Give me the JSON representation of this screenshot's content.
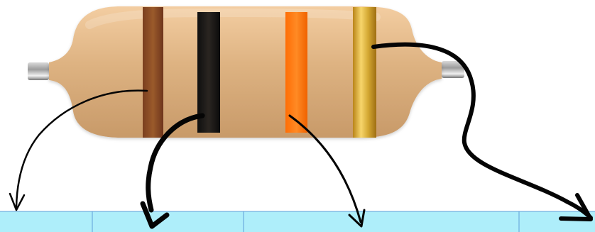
{
  "diagram": {
    "subject": "resistor-color-code",
    "bands": [
      {
        "name": "first-digit",
        "color": "brown",
        "hex": "#8b4a25"
      },
      {
        "name": "second-digit",
        "color": "black",
        "hex": "#1d1b19"
      },
      {
        "name": "multiplier",
        "color": "orange",
        "hex": "#ff7a14"
      },
      {
        "name": "tolerance",
        "color": "gold",
        "hex": "#d4a833"
      }
    ],
    "body_color": "#d8ad7c",
    "lead_color": "#a8a8a8",
    "table_color": "#aeeefa",
    "table_line_color": "#5d9ed8",
    "arrow_color": "#050505",
    "table_cells_text": [
      "",
      "",
      "",
      "",
      ""
    ]
  }
}
